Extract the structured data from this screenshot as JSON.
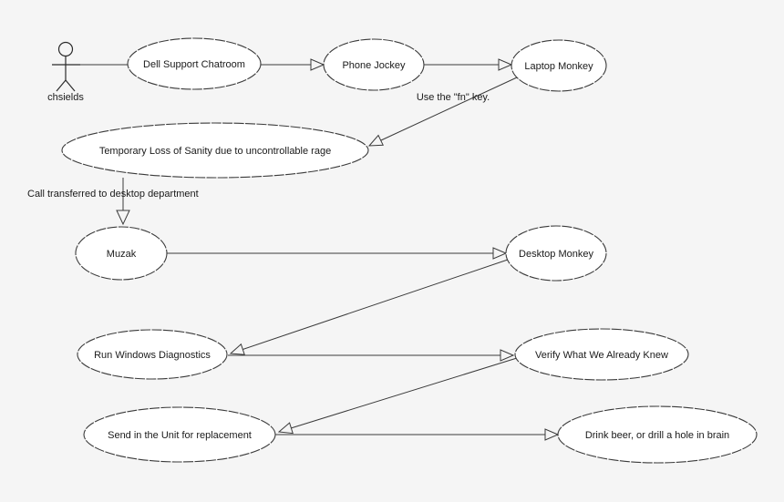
{
  "diagram": {
    "type": "uml-use-case",
    "background_color": "#f5f5f5",
    "node_fill_color": "#ffffff",
    "line_color": "#3a3a3a",
    "actor": {
      "name": "chsields"
    },
    "nodes": {
      "dell": "Dell Support Chatroom",
      "phone": "Phone Jockey",
      "laptop": "Laptop Monkey",
      "sanity": "Temporary Loss of Sanity due to uncontrollable rage",
      "muzak": "Muzak",
      "desktop": "Desktop Monkey",
      "rundiag": "Run Windows Diagnostics",
      "verify": "Verify What We Already Knew",
      "send": "Send in the Unit for replacement",
      "drink": "Drink beer, or drill a hole in brain"
    },
    "edge_labels": {
      "fn_key": "Use the \"fn\" key.",
      "call_transfer": "Call transferred to desktop department"
    }
  }
}
